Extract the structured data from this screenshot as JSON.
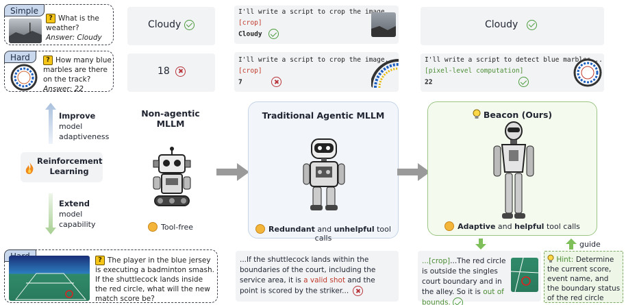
{
  "questions": {
    "q1": {
      "tag": "Simple",
      "question": "What is the weather?",
      "answer": "Answer: Cloudy"
    },
    "q2": {
      "tag": "Hard",
      "question": "How many blue marbles are there on the track?",
      "answer": "Answer: 22"
    },
    "q3": {
      "tag": "Hard",
      "question": "The player in the blue jersey is executing a badminton smash. If the shuttlecock lands inside the red circle, what will the new match score be?"
    }
  },
  "left_flow": {
    "improve_title": "Improve",
    "improve_sub": "model adaptiveness",
    "rl_label": "Reinforcement Learning",
    "extend_title": "Extend",
    "extend_sub": "model capability"
  },
  "row1": {
    "nonagentic": "Cloudy",
    "traditional_line": "I'll write a script to crop the image...",
    "traditional_tag": "[crop]",
    "traditional_answer": "Cloudy",
    "beacon": "Cloudy"
  },
  "row2": {
    "nonagentic": "18",
    "traditional_line": "I'll write a script to crop the image...",
    "traditional_tag": "[crop]",
    "traditional_answer": "7",
    "beacon_line": "I'll write a script to detect blue marbles...",
    "beacon_tag": "[pixel-level computation]",
    "beacon_answer": "22"
  },
  "panels": {
    "nonagentic": {
      "title": "Non-agentic MLLM",
      "foot": "Tool-free"
    },
    "traditional": {
      "title": "Traditional Agentic MLLM",
      "foot_b1": "Redundant",
      "foot_mid": " and ",
      "foot_b2": "unhelpful",
      "foot_end": " tool calls"
    },
    "beacon": {
      "title": "Beacon (Ours)",
      "foot_b1": "Adaptive",
      "foot_mid": " and ",
      "foot_b2": "helpful",
      "foot_end": " tool calls"
    }
  },
  "bottom": {
    "traditional_p1": "...If the shuttlecock lands within the boundaries of the court, including the service area, it is ",
    "traditional_red": "a valid shot",
    "traditional_p2": " and the point is scored by the striker...",
    "beacon_tag": "...[crop]",
    "beacon_p1": "...The red circle is outside the singles court boundary and in the alley. So it is ",
    "beacon_green": "out of bounds.",
    "guide_label": "guide",
    "hint_label": "Hint:",
    "hint_text": "Determine the current score, event name, and the boundary status of the red circle"
  },
  "colors": {
    "accent_green": "#4a9a3a",
    "error_red": "#b8333a",
    "panel_blue": "#f2f6fb",
    "panel_green": "#f5faef"
  }
}
